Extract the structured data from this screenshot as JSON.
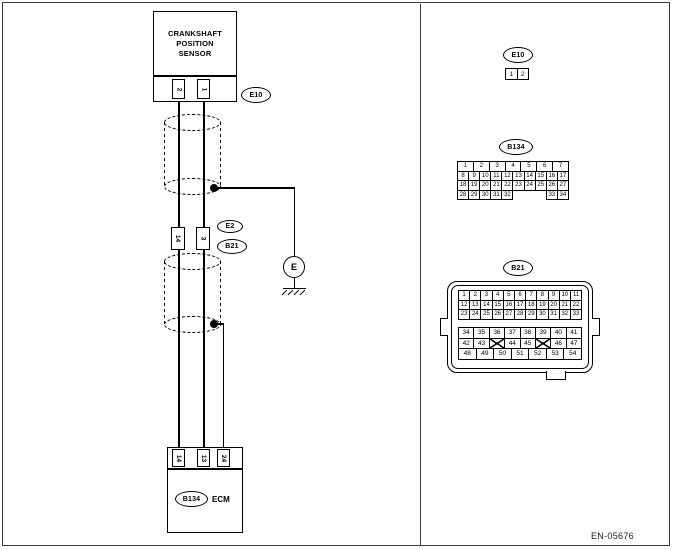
{
  "footer": {
    "code": "EN-05676"
  },
  "diagram": {
    "sensor": {
      "title_lines": [
        "CRANKSHAFT",
        "POSITION",
        "SENSOR"
      ],
      "pins": [
        "2",
        "1"
      ],
      "connector_label": "E10"
    },
    "junction": {
      "label_top": "E2",
      "label_bottom": "B21",
      "pins": [
        "14",
        "3"
      ]
    },
    "ground_label": "E",
    "ecm": {
      "pins": [
        "14",
        "13",
        "24"
      ],
      "connector_label": "B134",
      "unit_label": "ECM"
    }
  },
  "pinouts": {
    "e10": {
      "label": "E10",
      "rows": [
        [
          "1",
          "2"
        ]
      ]
    },
    "b134": {
      "label": "B134",
      "rows": [
        [
          "1",
          "2",
          "3",
          "4",
          "5",
          "6",
          "7"
        ],
        [
          "8",
          "9",
          "10",
          "11",
          "12",
          "13",
          "14",
          "15",
          "16",
          "17"
        ],
        [
          "18",
          "19",
          "20",
          "21",
          "22",
          "23",
          "24",
          "25",
          "26",
          "27"
        ],
        [
          "28",
          "29",
          "30",
          "31",
          "32",
          "",
          "",
          "",
          "33",
          "34"
        ]
      ]
    },
    "b21": {
      "label": "B21",
      "upper_rows": [
        [
          "1",
          "2",
          "3",
          "4",
          "5",
          "6",
          "7",
          "8",
          "9",
          "10",
          "11"
        ],
        [
          "12",
          "13",
          "14",
          "15",
          "16",
          "17",
          "18",
          "19",
          "20",
          "21",
          "22"
        ],
        [
          "23",
          "24",
          "25",
          "26",
          "27",
          "28",
          "29",
          "30",
          "31",
          "32",
          "33"
        ]
      ],
      "lower_rows": [
        [
          "34",
          "35",
          "36",
          "37",
          "38",
          "39",
          "40",
          "41"
        ],
        [
          "42",
          "43",
          "X",
          "44",
          "45",
          "X",
          "46",
          "47"
        ],
        [
          "48",
          "49",
          "50",
          "51",
          "52",
          "53",
          "54"
        ]
      ]
    }
  }
}
